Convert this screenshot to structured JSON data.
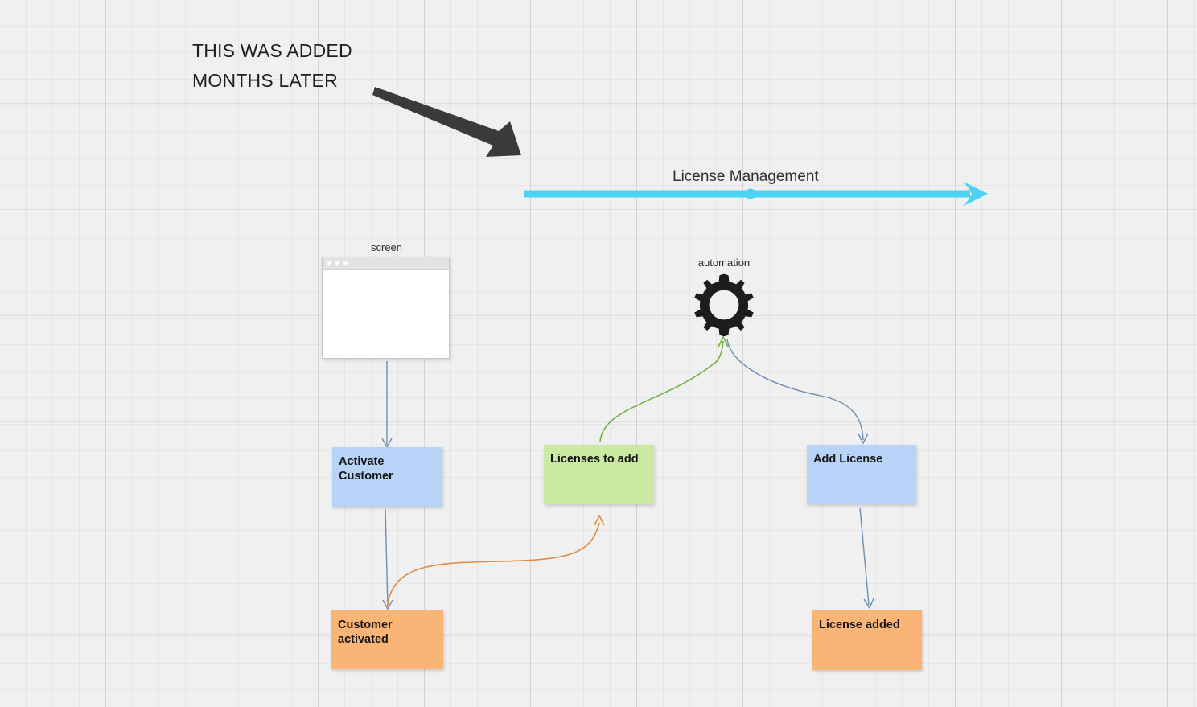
{
  "canvas": {
    "background_color": "#f0f0f0",
    "grid": "minor-33px major-132px"
  },
  "annotation": {
    "name": "sticky-note-annotation",
    "text": "THIS WAS ADDED\nMONTHS LATER",
    "arrow": "thick-dark-arrow-pointing-down-right",
    "color": "#3a3a3a"
  },
  "timeline": {
    "label": "License Management",
    "color": "#4bd2f5",
    "direction": "left-to-right",
    "has_midpoint_marker": true
  },
  "nodes": {
    "screen": {
      "label": "screen",
      "icon": "browser-window-icon",
      "dots": 3
    },
    "automation": {
      "label": "automation",
      "icon": "gear-icon",
      "color": "#1d1d1d"
    }
  },
  "cards": [
    {
      "id": "activate-customer",
      "label": "Activate Customer",
      "type": "command",
      "color": "#b7d3f8"
    },
    {
      "id": "licenses-to-add",
      "label": "Licenses to add",
      "type": "read-model",
      "color": "#caeaa1"
    },
    {
      "id": "add-license",
      "label": "Add License",
      "type": "command",
      "color": "#b7d3f8"
    },
    {
      "id": "customer-activated",
      "label": "Customer activated",
      "type": "event",
      "color": "#f9b476"
    },
    {
      "id": "license-added",
      "label": "License added",
      "type": "event",
      "color": "#f9b476"
    }
  ],
  "connectors": [
    {
      "id": "screen-to-activate-customer",
      "from": "screen",
      "to": "activate-customer",
      "color": "#6d8fb5",
      "style": "straight"
    },
    {
      "id": "activate-customer-to-customer-activated",
      "from": "activate-customer",
      "to": "customer-activated",
      "color": "#6d8fb5",
      "style": "straight"
    },
    {
      "id": "customer-activated-to-licenses-to-add",
      "from": "customer-activated",
      "to": "licenses-to-add",
      "color": "#e08b42",
      "style": "curved"
    },
    {
      "id": "licenses-to-add-to-automation",
      "from": "licenses-to-add",
      "to": "automation",
      "color": "#76b043",
      "style": "curved"
    },
    {
      "id": "automation-to-add-license",
      "from": "automation",
      "to": "add-license",
      "color": "#6d8fb5",
      "style": "curved"
    },
    {
      "id": "add-license-to-license-added",
      "from": "add-license",
      "to": "license-added",
      "color": "#6d8fb5",
      "style": "straight"
    }
  ]
}
